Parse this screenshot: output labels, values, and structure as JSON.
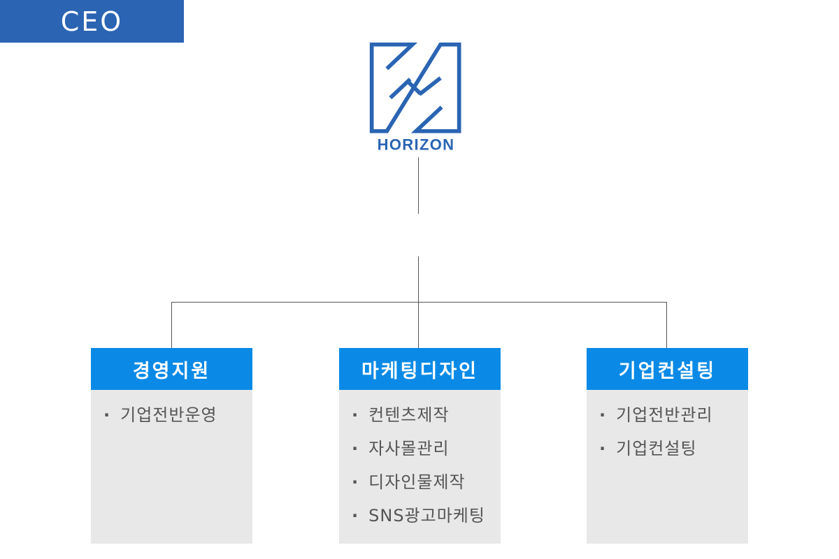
{
  "logo": {
    "text": "HORIZON",
    "color": "#2a64b3"
  },
  "ceo": {
    "label": "CEO"
  },
  "departments": [
    {
      "title": "경영지원",
      "items": [
        "기업전반운영"
      ]
    },
    {
      "title": "마케팅디자인",
      "items": [
        "컨텐츠제작",
        "자사몰관리",
        "디자인물제작",
        "SNS광고마케팅"
      ]
    },
    {
      "title": "기업컨설팅",
      "items": [
        "기업전반관리",
        "기업컨설팅"
      ]
    }
  ]
}
